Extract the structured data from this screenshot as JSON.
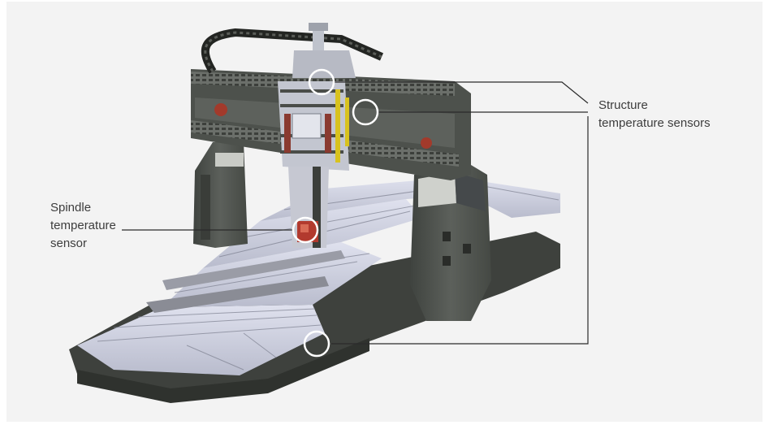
{
  "labels": {
    "structure": [
      "Structure",
      "temperature sensors"
    ],
    "spindle": [
      "Spindle",
      "temperature",
      "sensor"
    ]
  },
  "icons": [
    "machine-tool-illustration",
    "sensor-marker"
  ],
  "colors": {
    "background": "#f3f3f3",
    "leader_line": "#2b2b2b",
    "sensor_ring": "#ffffff",
    "machine_dark": "#50544f",
    "machine_cover": "#cfd2e2",
    "accent_red": "#b23a2e",
    "accent_yellow": "#d8c21e"
  }
}
